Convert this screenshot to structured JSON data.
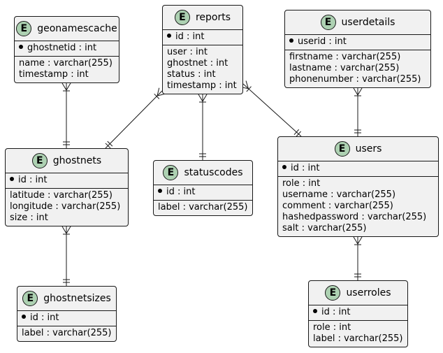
{
  "entities": {
    "geonamescache": {
      "badge": "E",
      "name": "geonamescache",
      "pk": "ghostnetid : int",
      "attrs": [
        "name : varchar(255)",
        "timestamp : int"
      ]
    },
    "reports": {
      "badge": "E",
      "name": "reports",
      "pk": "id : int",
      "attrs": [
        "user : int",
        "ghostnet : int",
        "status : int",
        "timestamp : int"
      ]
    },
    "userdetails": {
      "badge": "E",
      "name": "userdetails",
      "pk": "userid : int",
      "attrs": [
        "firstname : varchar(255)",
        "lastname : varchar(255)",
        "phonenumber : varchar(255)"
      ]
    },
    "ghostnets": {
      "badge": "E",
      "name": "ghostnets",
      "pk": "id : int",
      "attrs": [
        "latitude : varchar(255)",
        "longitude : varchar(255)",
        "size : int"
      ]
    },
    "statuscodes": {
      "badge": "E",
      "name": "statuscodes",
      "pk": "id : int",
      "attrs": [
        "label : varchar(255)"
      ]
    },
    "users": {
      "badge": "E",
      "name": "users",
      "pk": "id : int",
      "attrs": [
        "role : int",
        "username : varchar(255)",
        "comment : varchar(255)",
        "hashedpassword : varchar(255)",
        "salt : varchar(255)"
      ]
    },
    "ghostnetsizes": {
      "badge": "E",
      "name": "ghostnetsizes",
      "pk": "id : int",
      "attrs": [
        "label : varchar(255)"
      ]
    },
    "userroles": {
      "badge": "E",
      "name": "userroles",
      "pk": "id : int",
      "attrs": [
        "role : int",
        "label : varchar(255)"
      ]
    }
  },
  "relationships": [
    {
      "from": "geonamescache",
      "to": "ghostnets",
      "from_card": "one-or-many",
      "to_card": "exactly-one"
    },
    {
      "from": "reports",
      "to": "ghostnets",
      "from_card": "one-or-many",
      "to_card": "exactly-one"
    },
    {
      "from": "reports",
      "to": "statuscodes",
      "from_card": "one-or-many",
      "to_card": "exactly-one"
    },
    {
      "from": "reports",
      "to": "users",
      "from_card": "one-or-many",
      "to_card": "exactly-one"
    },
    {
      "from": "userdetails",
      "to": "users",
      "from_card": "one-or-many",
      "to_card": "exactly-one"
    },
    {
      "from": "ghostnets",
      "to": "ghostnetsizes",
      "from_card": "one-or-many",
      "to_card": "exactly-one"
    },
    {
      "from": "users",
      "to": "userroles",
      "from_card": "one-or-many",
      "to_card": "exactly-one"
    }
  ],
  "colors": {
    "entity_bg": "#f1f1f1",
    "border": "#181818",
    "badge_bg": "#add1b2"
  }
}
